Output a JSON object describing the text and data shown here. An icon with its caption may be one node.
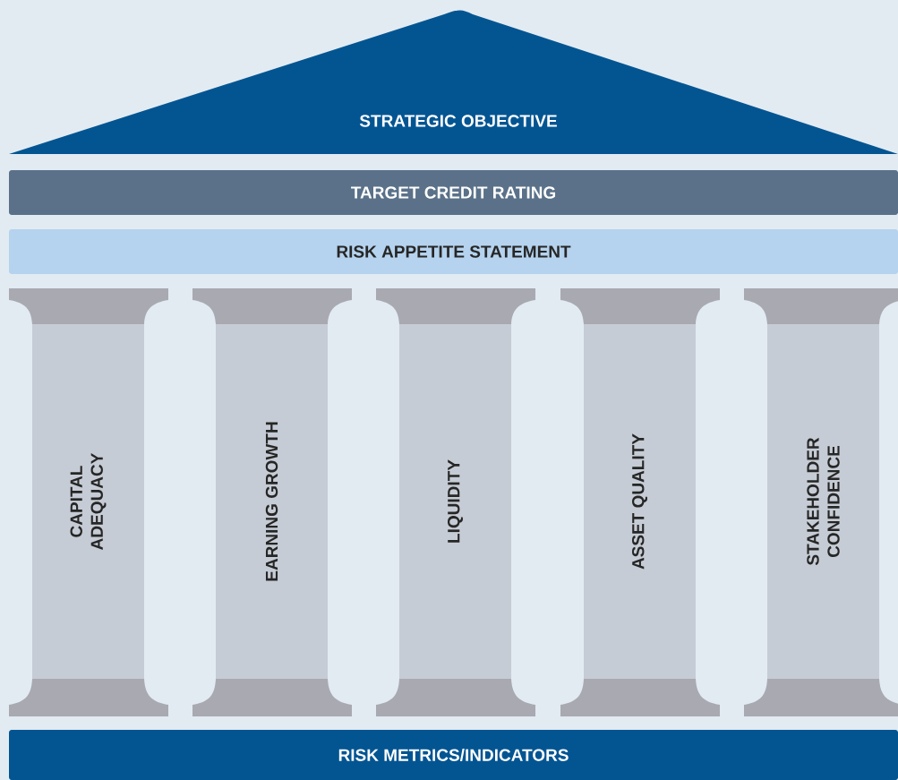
{
  "diagram": {
    "nodes": [
      {
        "text": [
          "STRATEGIC OBJECTIVE"
        ]
      },
      {
        "text": [
          "TARGET CREDIT RATING"
        ]
      },
      {
        "text": [
          "RISK APPETITE STATEMENT"
        ]
      },
      {
        "text": [
          "CAPITAL ADEQUACY"
        ]
      },
      {
        "text": [
          "EARNING GROWTH"
        ]
      },
      {
        "text": [
          "LIQUIDITY"
        ]
      },
      {
        "text": [
          "ASSET QUALITY"
        ]
      },
      {
        "text": [
          "STAKEHOLDER CONFIDENCE"
        ]
      },
      {
        "text": [
          "RISK METRICS/INDICATORS"
        ]
      }
    ]
  }
}
